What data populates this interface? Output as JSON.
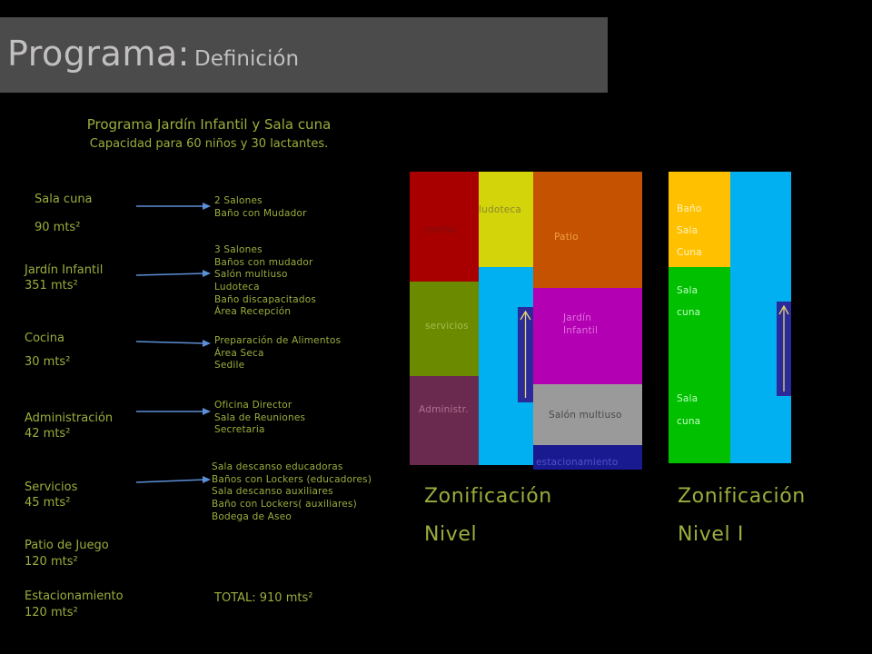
{
  "header": {
    "title_main": "Programa:",
    "title_sub": "Definición"
  },
  "intro": {
    "line1": "Programa Jardín Infantil y Sala cuna",
    "line2": "Capacidad para 60 niños y 30 lactantes."
  },
  "program": {
    "items": [
      {
        "name": "Sala cuna",
        "area": "90 mts²",
        "details": [
          "2 Salones",
          "Baño con Mudador"
        ]
      },
      {
        "name": "Jardín Infantil",
        "area": "351 mts²",
        "details": [
          "3 Salones",
          "Baños con mudador",
          "Salón multiuso",
          "Ludoteca",
          "Baño discapacitados",
          "Área Recepción"
        ]
      },
      {
        "name": "Cocina",
        "area": "30 mts²",
        "details": [
          "Preparación de Alimentos",
          "Área Seca",
          "Sedile"
        ]
      },
      {
        "name": "Administración",
        "area": "42 mts²",
        "details": [
          "Oficina Director",
          "Sala de Reuniones",
          "Secretaria"
        ]
      },
      {
        "name": "Servicios",
        "area": "45 mts²",
        "details": [
          "Sala descanso educadoras",
          "Baños con Lockers (educadores)",
          "Sala descanso auxiliares",
          "Baño con Lockers( auxiliares)",
          "Bodega de Aseo"
        ]
      },
      {
        "name": "Patio de Juego",
        "area": "120 mts²"
      },
      {
        "name": "Estacionamiento",
        "area": "120 mts²"
      }
    ],
    "total": "TOTAL: 910 mts²"
  },
  "zoning": {
    "level1": {
      "title": "Zonificación",
      "level": "Nivel",
      "blocks": {
        "cocina": "cocina",
        "ludoteca": "ludoteca",
        "patio": "Patio",
        "servicios": "servicios",
        "jardin1": "Jardín",
        "jardin2": "Infantil",
        "administr": "Administr.",
        "salon": "Salón multiuso",
        "estacionamiento": "estacionamiento"
      }
    },
    "level2": {
      "title": "Zonificación",
      "level": "Nivel I",
      "blocks": {
        "bano": "Baño",
        "sala1": "Sala",
        "cuna1": "Cuna",
        "sala2": "Sala",
        "cuna2": "cuna",
        "sala3": "Sala",
        "cuna3": "cuna"
      }
    }
  },
  "colors": {
    "accent_text": "#9aae3c",
    "cocina": "#a80000",
    "ludoteca": "#d4d40a",
    "patio": "#c45200",
    "servicios": "#6b8a00",
    "jardin": "#b300b3",
    "administr": "#6a2a4f",
    "salon": "#9a9a9a",
    "estacionamiento": "#1a1a90",
    "circulation": "#00b0f0",
    "bano_sala_cuna": "#ffc000",
    "sala_cuna_green": "#00c000"
  }
}
